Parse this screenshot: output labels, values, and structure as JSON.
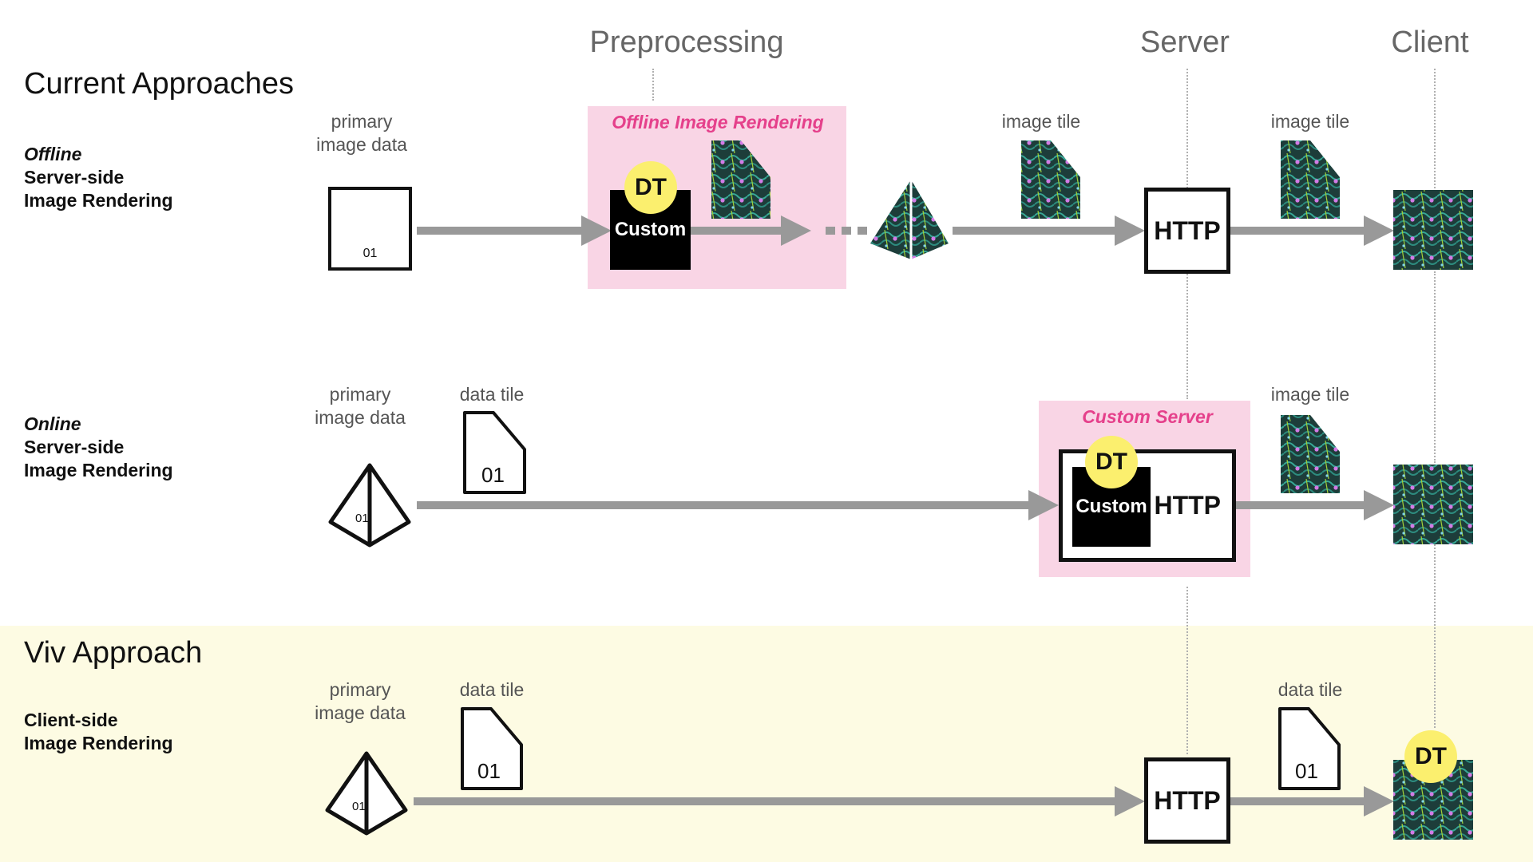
{
  "columns": {
    "preprocessing": "Preprocessing",
    "server": "Server",
    "client": "Client"
  },
  "sections": {
    "current": "Current Approaches",
    "viv": "Viv Approach"
  },
  "rows": {
    "offline": {
      "line1": "Offline",
      "line2": "Server-side",
      "line3": "Image Rendering"
    },
    "online": {
      "line1": "Online",
      "line2": "Server-side",
      "line3": "Image Rendering"
    },
    "client": {
      "line1": "Client-side",
      "line2": "Image Rendering"
    }
  },
  "labels": {
    "primary_image_data_1": "primary",
    "primary_image_data_2": "image data",
    "image_tile": "image tile",
    "data_tile": "data tile",
    "offline_image_rendering": "Offline Image Rendering",
    "custom_server": "Custom Server",
    "dt": "DT",
    "custom": "Custom",
    "http": "HTTP",
    "binary": "01"
  },
  "colors": {
    "accent_pink": "#e5408b",
    "pink_box": "#f9d5e5",
    "dt_yellow": "#fbef6e",
    "viv_band": "#fdfbe3",
    "arrow_gray": "#999999",
    "tissue_teal": "#2c8a7a"
  },
  "icons": [
    "pyramid-icon",
    "document-icon",
    "image-tile-icon",
    "tissue-image-icon",
    "arrow-icon"
  ]
}
